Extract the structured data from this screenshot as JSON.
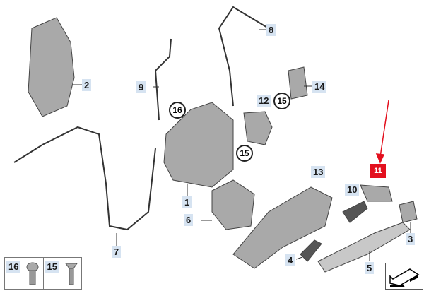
{
  "callouts": {
    "c1": "1",
    "c2": "2",
    "c3": "3",
    "c4": "4",
    "c5": "5",
    "c6": "6",
    "c7": "7",
    "c8": "8",
    "c9": "9",
    "c10": "10",
    "c11": "11",
    "c12": "12",
    "c13": "13",
    "c14": "14",
    "c15a": "15",
    "c15b": "15",
    "c16": "16"
  },
  "highlight_color": "#e3101e",
  "inset": {
    "items": [
      {
        "label": "16"
      },
      {
        "label": "15"
      }
    ]
  }
}
